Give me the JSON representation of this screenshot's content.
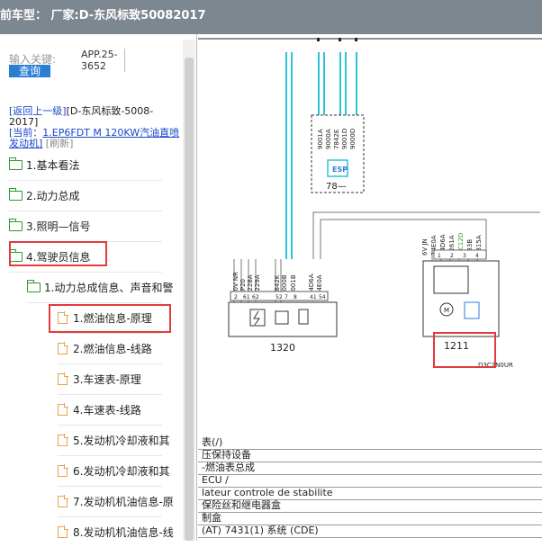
{
  "header": {
    "title": "前车型：  厂家:D-东风标致50082017"
  },
  "search": {
    "label": "输入关键:",
    "value": "APP.25-3652",
    "button": "查询"
  },
  "nav": {
    "back_link": "[返回上一级]",
    "model_text": "[D-东风标致-5008-2017]",
    "current_prefix": "[当前：",
    "current_value": "1.EP6FDT M 120KW汽油直喷发动机]",
    "refresh": "[刷新]"
  },
  "tree": {
    "folders": [
      {
        "label": "1.基本看法"
      },
      {
        "label": "2.动力总成"
      },
      {
        "label": "3.照明—信号"
      },
      {
        "label": "4.驾驶员信息"
      },
      {
        "label": "1.动力总成信息、声音和警"
      }
    ],
    "docs": [
      {
        "label": "1.燃油信息-原理"
      },
      {
        "label": "2.燃油信息-线路"
      },
      {
        "label": "3.车速表-原理"
      },
      {
        "label": "4.车速表-线路"
      },
      {
        "label": "5.发动机冷却液和其"
      },
      {
        "label": "6.发动机冷却液和其"
      },
      {
        "label": "7.发动机机油信息-原"
      },
      {
        "label": "8.发动机机油信息-线"
      }
    ]
  },
  "diagram": {
    "esp_pins": [
      "9001A",
      "9000A",
      "7842E",
      "9001D",
      "9000D"
    ],
    "esp_label": "ESP",
    "esp_code": "78—",
    "ecu_pins": [
      "70V NR",
      "RP20",
      "1228A",
      "1229A",
      "7842K",
      "9000B",
      "9001B",
      "14D6A",
      "14E0A"
    ],
    "ecu_pin_nums": [
      "2",
      "61",
      "62",
      "52",
      "7",
      "8",
      "41",
      "54"
    ],
    "ecu_code": "1320",
    "pump_pins": [
      "6V JN",
      "14E0A",
      "14D6A",
      "1261A",
      "MC12D",
      "433B",
      "4315A"
    ],
    "pump_pin_nums": [
      "1",
      "2",
      "3",
      "4"
    ],
    "pump_code": "1211",
    "drawing_ref": "D3C2N0UR"
  },
  "legend_rows": [
    "表(/)",
    "压保持设备",
    "-燃油表总成",
    "ECU /",
    "lateur controle de stabilite",
    "保险丝和继电器盒",
    "制盒",
    "(AT) 7431(1) 系统 (CDE)"
  ],
  "colors": {
    "wire_cyan": "#2cc3d8",
    "highlight_red": "#e23b3b",
    "query_blue": "#2a7fd4",
    "folder_green": "#2e9a2e",
    "doc_orange": "#e8a24a"
  }
}
